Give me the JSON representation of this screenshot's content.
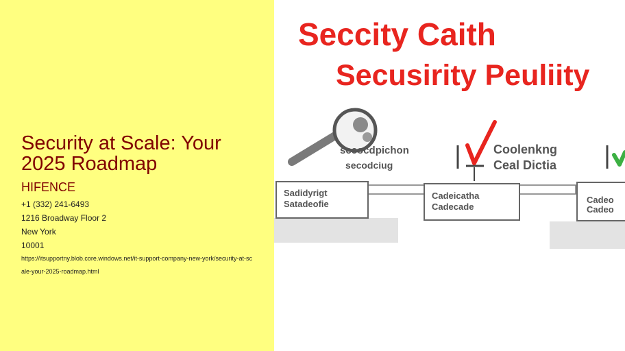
{
  "page": {
    "title": "Security at Scale: Your 2025 Roadmap",
    "company": "HIFENCE",
    "phone": "+1 (332) 241-6493",
    "address_street": "1216 Broadway Floor 2",
    "address_city": "New York",
    "address_zip": "10001",
    "url": "https://itsupportny.blob.core.windows.net/it-support-company-new-york/security-at-scale-your-2025-roadmap.html"
  },
  "illustration": {
    "heading_1": "Seccity Caith",
    "heading_2": "Secusirity Peuliity",
    "step_1_caption_a": "secocdpichon",
    "step_1_caption_b": "secodciug",
    "step_2_caption_a": "Coolenkng",
    "step_2_caption_b": "Ceal Dictia",
    "box_1_a": "Sadidyrigt",
    "box_1_b": "Satadeofie",
    "box_2_a": "Cadeicatha",
    "box_2_b": "Cadecade",
    "box_3_a": "Cadeo",
    "box_3_b": "Cadeo",
    "colors": {
      "left_background": "#ffff80",
      "title_color": "#800000",
      "heading_red": "#e8251f",
      "check_green": "#3cb043"
    }
  }
}
